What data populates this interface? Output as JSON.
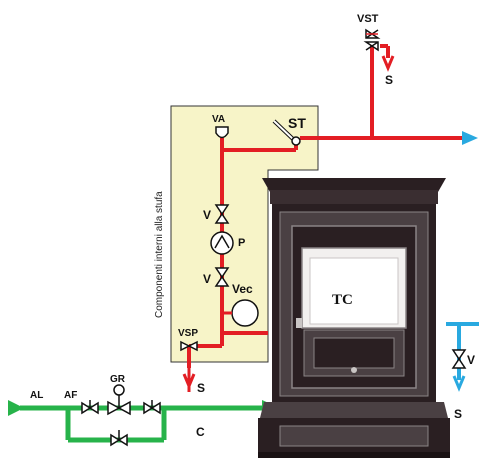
{
  "labels": {
    "vst": "VST",
    "s_top": "S",
    "st": "ST",
    "va": "VA",
    "v_upper": "V",
    "p": "P",
    "v_lower": "V",
    "vec": "Vec",
    "vsp": "VSP",
    "s_bottom": "S",
    "al": "AL",
    "af": "AF",
    "gr": "GR",
    "c": "C",
    "tc": "TC",
    "v_right": "V",
    "s_right": "S"
  },
  "panel": {
    "side_text": "Componenti interni alla stufa"
  },
  "colors": {
    "hot_pipe": "#e31e24",
    "cold_pipe": "#29a9e0",
    "supply_pipe": "#27b34a",
    "panel_fill": "#f7f4c8",
    "stove_body": "#2a1f22",
    "stove_panel": "#8a8486"
  }
}
